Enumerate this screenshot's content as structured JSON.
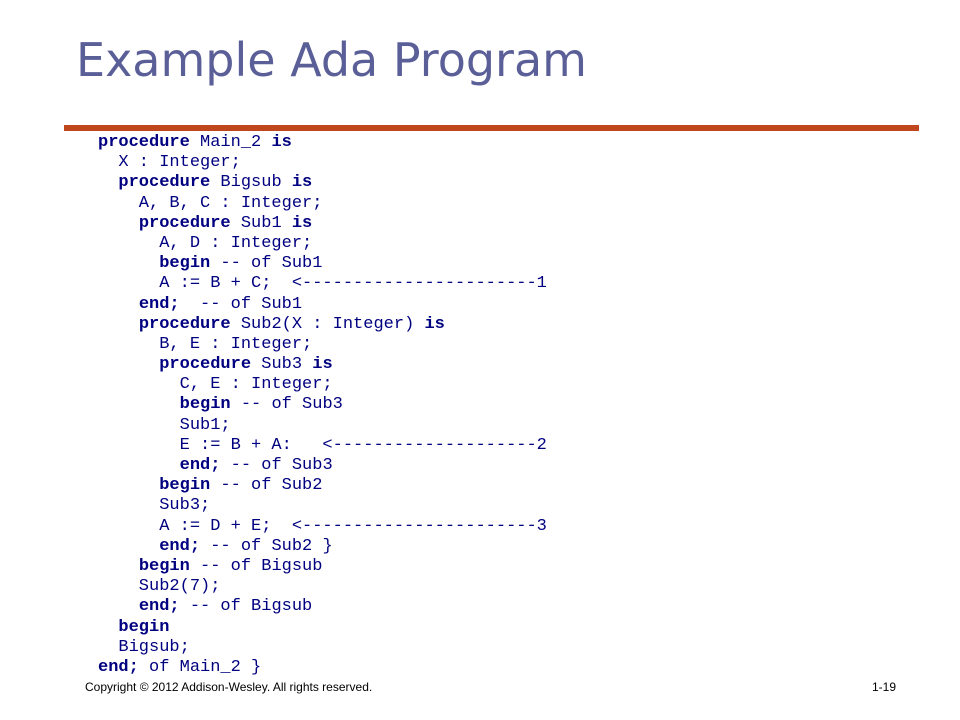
{
  "slide": {
    "title": "Example Ada Program",
    "accent_color": "#c0461e",
    "title_color": "#5b5f97",
    "code_color": "#000080",
    "code_lines": [
      [
        {
          "t": "procedure",
          "kw": true
        },
        {
          "t": " Main_2 "
        },
        {
          "t": "is",
          "kw": true
        }
      ],
      [
        {
          "t": "  X : Integer;"
        }
      ],
      [
        {
          "t": "  "
        },
        {
          "t": "procedure",
          "kw": true
        },
        {
          "t": " Bigsub "
        },
        {
          "t": "is",
          "kw": true
        }
      ],
      [
        {
          "t": "    A, B, C : Integer;"
        }
      ],
      [
        {
          "t": "    "
        },
        {
          "t": "procedure",
          "kw": true
        },
        {
          "t": " Sub1 "
        },
        {
          "t": "is",
          "kw": true
        }
      ],
      [
        {
          "t": "      A, D : Integer;"
        }
      ],
      [
        {
          "t": "      "
        },
        {
          "t": "begin",
          "kw": true
        },
        {
          "t": " -- of Sub1"
        }
      ],
      [
        {
          "t": "      A := B + C;  <-----------------------1"
        }
      ],
      [
        {
          "t": "    "
        },
        {
          "t": "end;",
          "kw": true
        },
        {
          "t": "  -- of Sub1"
        }
      ],
      [
        {
          "t": "    "
        },
        {
          "t": "procedure",
          "kw": true
        },
        {
          "t": " Sub2(X : Integer) "
        },
        {
          "t": "is",
          "kw": true
        }
      ],
      [
        {
          "t": "      B, E : Integer;"
        }
      ],
      [
        {
          "t": "      "
        },
        {
          "t": "procedure",
          "kw": true
        },
        {
          "t": " Sub3 "
        },
        {
          "t": "is",
          "kw": true
        }
      ],
      [
        {
          "t": "        C, E : Integer;"
        }
      ],
      [
        {
          "t": "        "
        },
        {
          "t": "begin",
          "kw": true
        },
        {
          "t": " -- of Sub3"
        }
      ],
      [
        {
          "t": "        Sub1;"
        }
      ],
      [
        {
          "t": "        E := B + A:   <--------------------2"
        }
      ],
      [
        {
          "t": "        "
        },
        {
          "t": "end;",
          "kw": true
        },
        {
          "t": " -- of Sub3"
        }
      ],
      [
        {
          "t": "      "
        },
        {
          "t": "begin",
          "kw": true
        },
        {
          "t": " -- of Sub2"
        }
      ],
      [
        {
          "t": "      Sub3;"
        }
      ],
      [
        {
          "t": "      A := D + E;  <-----------------------3"
        }
      ],
      [
        {
          "t": "      "
        },
        {
          "t": "end;",
          "kw": true
        },
        {
          "t": " -- of Sub2 }"
        }
      ],
      [
        {
          "t": "    "
        },
        {
          "t": "begin",
          "kw": true
        },
        {
          "t": " -- of Bigsub"
        }
      ],
      [
        {
          "t": "    Sub2(7);"
        }
      ],
      [
        {
          "t": "    "
        },
        {
          "t": "end;",
          "kw": true
        },
        {
          "t": " -- of Bigsub"
        }
      ],
      [
        {
          "t": "  "
        },
        {
          "t": "begin",
          "kw": true
        }
      ],
      [
        {
          "t": "  Bigsub;"
        }
      ],
      [
        {
          "t": "end;",
          "kw": true
        },
        {
          "t": " of Main_2 }"
        }
      ]
    ]
  },
  "footer": {
    "copyright": "Copyright © 2012 Addison-Wesley. All rights reserved.",
    "page_number": "1-19"
  }
}
